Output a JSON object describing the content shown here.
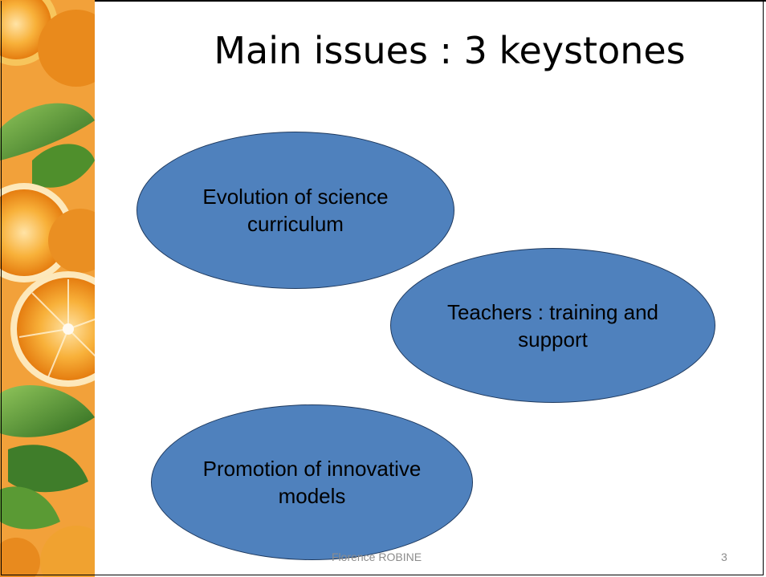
{
  "slide": {
    "title": "Main issues : 3 keystones",
    "ellipses": [
      {
        "label": "Evolution of science curriculum"
      },
      {
        "label": "Teachers : training and support"
      },
      {
        "label": "Promotion of innovative models"
      }
    ],
    "footer": "Florence ROBINE",
    "page_number": "3"
  },
  "colors": {
    "ellipse_fill": "#4f81bd",
    "ellipse_border": "#1f3a5f",
    "footer_text": "#8c8c8c",
    "orange": "#f39c1e",
    "leaf": "#3f7d2a"
  },
  "decorations": [
    "oranges-and-leaves-side-picture"
  ]
}
